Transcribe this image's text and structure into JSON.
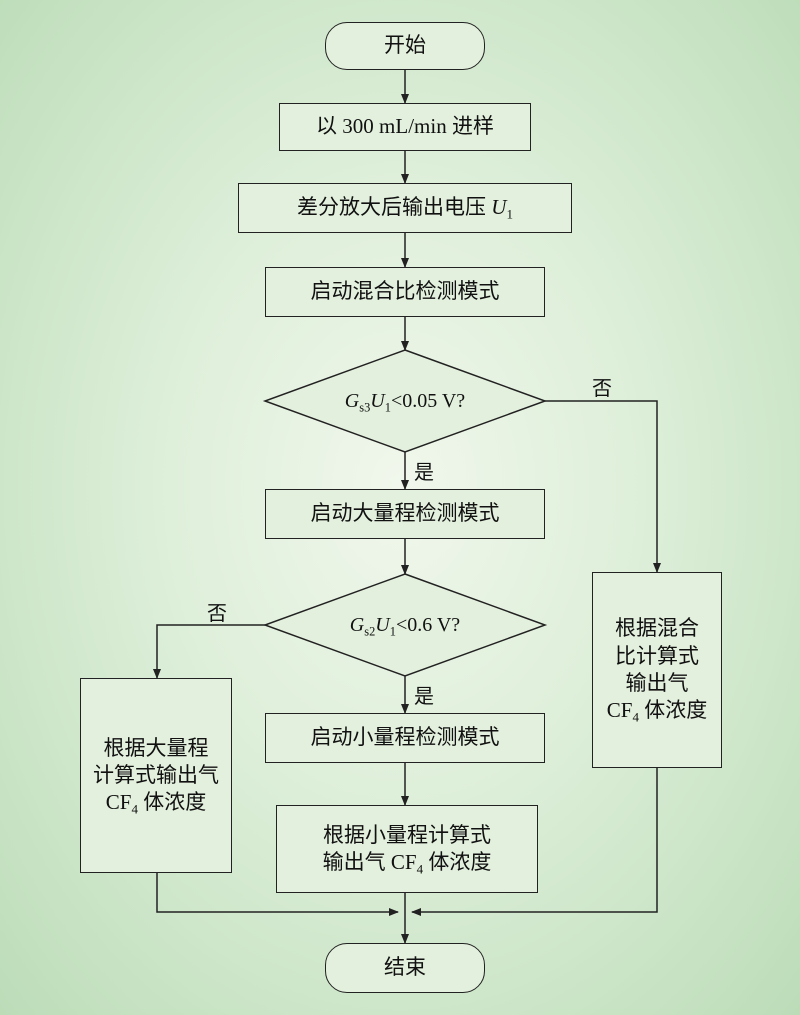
{
  "nodes": {
    "start": "开始",
    "sample": "以 300 mL/min 进样",
    "amplify": "差分放大后输出电压 ",
    "amplify_var": "U",
    "amplify_sub": "1",
    "mix_mode": "启动混合比检测模式",
    "decision1": {
      "g": "G",
      "g_sub": "s3",
      "u": "U",
      "u_sub": "1",
      "rest": "<0.05 V?"
    },
    "large_mode": "启动大量程检测模式",
    "decision2": {
      "g": "G",
      "g_sub": "s2",
      "u": "U",
      "u_sub": "1",
      "rest": "<0.6 V?"
    },
    "small_mode": "启动小量程检测模式",
    "output_small_1": "根据小量程计算式",
    "output_small_2a": "输出气 CF",
    "output_small_2sub": "4",
    "output_small_2b": " 体浓度",
    "output_large_1": "根据大量程",
    "output_large_2": "计算式输出气",
    "output_large_3a": "CF",
    "output_large_3sub": "4",
    "output_large_3b": " 体浓度",
    "output_mix_1": "根据混合",
    "output_mix_2": "比计算式",
    "output_mix_3": "输出气",
    "output_mix_4a": "CF",
    "output_mix_4sub": "4",
    "output_mix_4b": " 体浓度",
    "end": "结束"
  },
  "edge_labels": {
    "d1_yes": "是",
    "d1_no": "否",
    "d2_yes": "是",
    "d2_no": "否"
  },
  "colors": {
    "box_fill": "#e3f0dd",
    "stroke": "#222222"
  }
}
